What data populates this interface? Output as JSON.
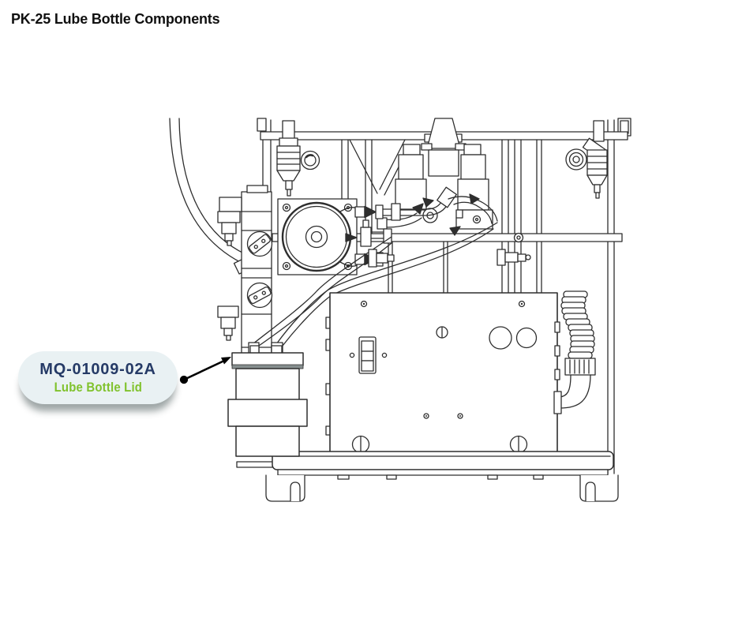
{
  "page": {
    "title": "PK-25 Lube Bottle Components"
  },
  "callout": {
    "part_number": "MQ-01009-02A",
    "part_name": "Lube Bottle Lid",
    "colors": {
      "bubble_bg": "#e9f1f3",
      "part_number_text": "#253a66",
      "part_name_text": "#80c22d",
      "arrow": "#000000"
    }
  },
  "diagram": {
    "description": "Black-and-white technical line drawing of the PK-25 lubricator assembly: frame rails, air filter regulators with gauges, solenoid valve block, peristaltic pump with flow arrows, manifold with ball valves, tubing runs, electrical control box with toggle switch and connectors, coiled hose, base plate with feet, and the lube bottle with lid",
    "line_color": "#2e2e2e",
    "arrow_points_to": "lube bottle lid"
  }
}
